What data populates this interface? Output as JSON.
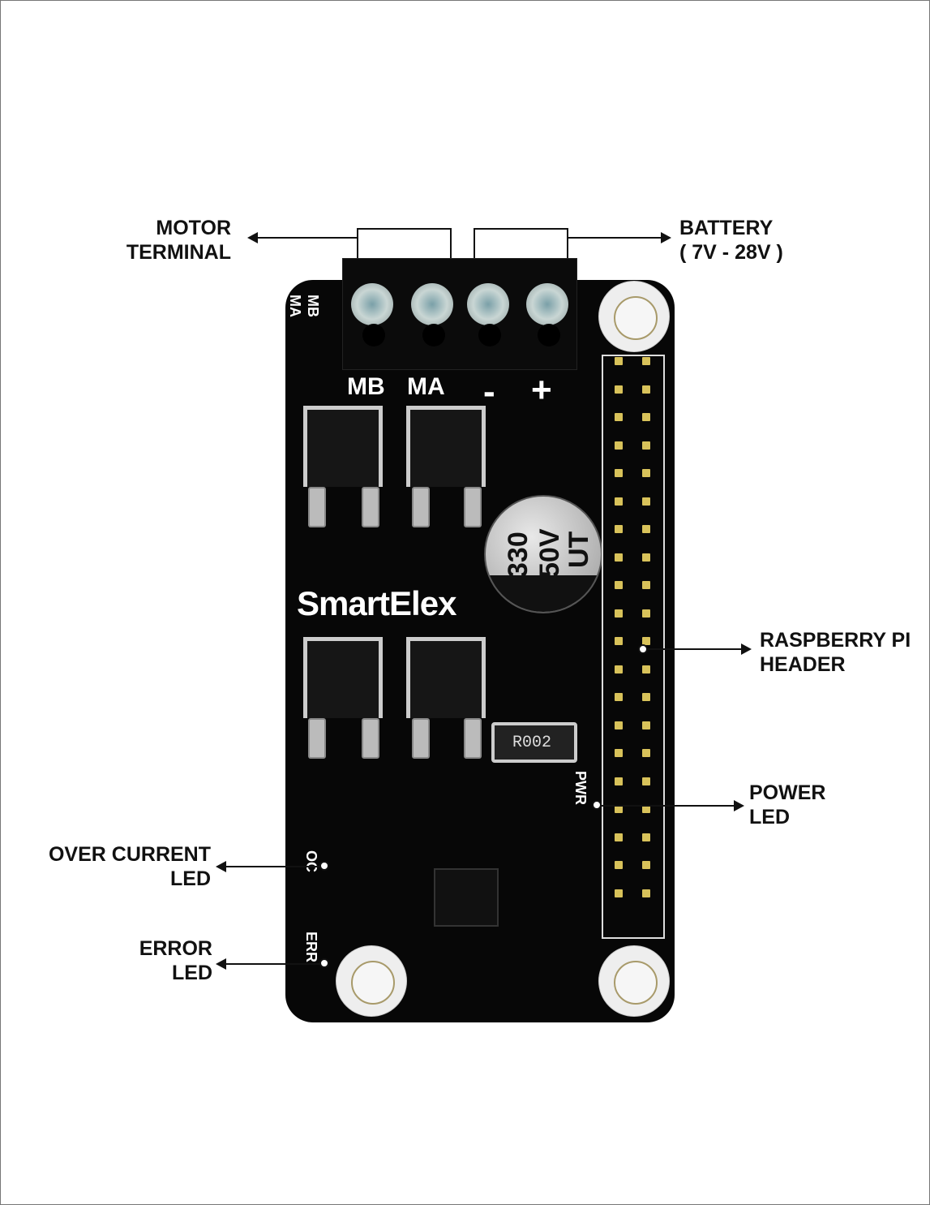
{
  "labels": {
    "motor_terminal": [
      "MOTOR",
      "TERMINAL"
    ],
    "battery": [
      "BATTERY",
      "( 7V - 28V )"
    ],
    "raspberry_pi_header": [
      "RASPBERRY PI",
      "HEADER"
    ],
    "power_led": [
      "POWER",
      "LED"
    ],
    "over_current_led": [
      "OVER CURRENT",
      "LED"
    ],
    "error_led": [
      "ERROR",
      "LED"
    ]
  },
  "board": {
    "terminal_labels": [
      "MB",
      "MA",
      "-",
      "+"
    ],
    "side_labels": [
      "MB",
      "MA"
    ],
    "logo": "SmartElex",
    "capacitor": [
      "330",
      "50V",
      "UT"
    ],
    "resistor": "R002",
    "pwr": "PWR",
    "oc": "OC",
    "err": "ERR"
  }
}
